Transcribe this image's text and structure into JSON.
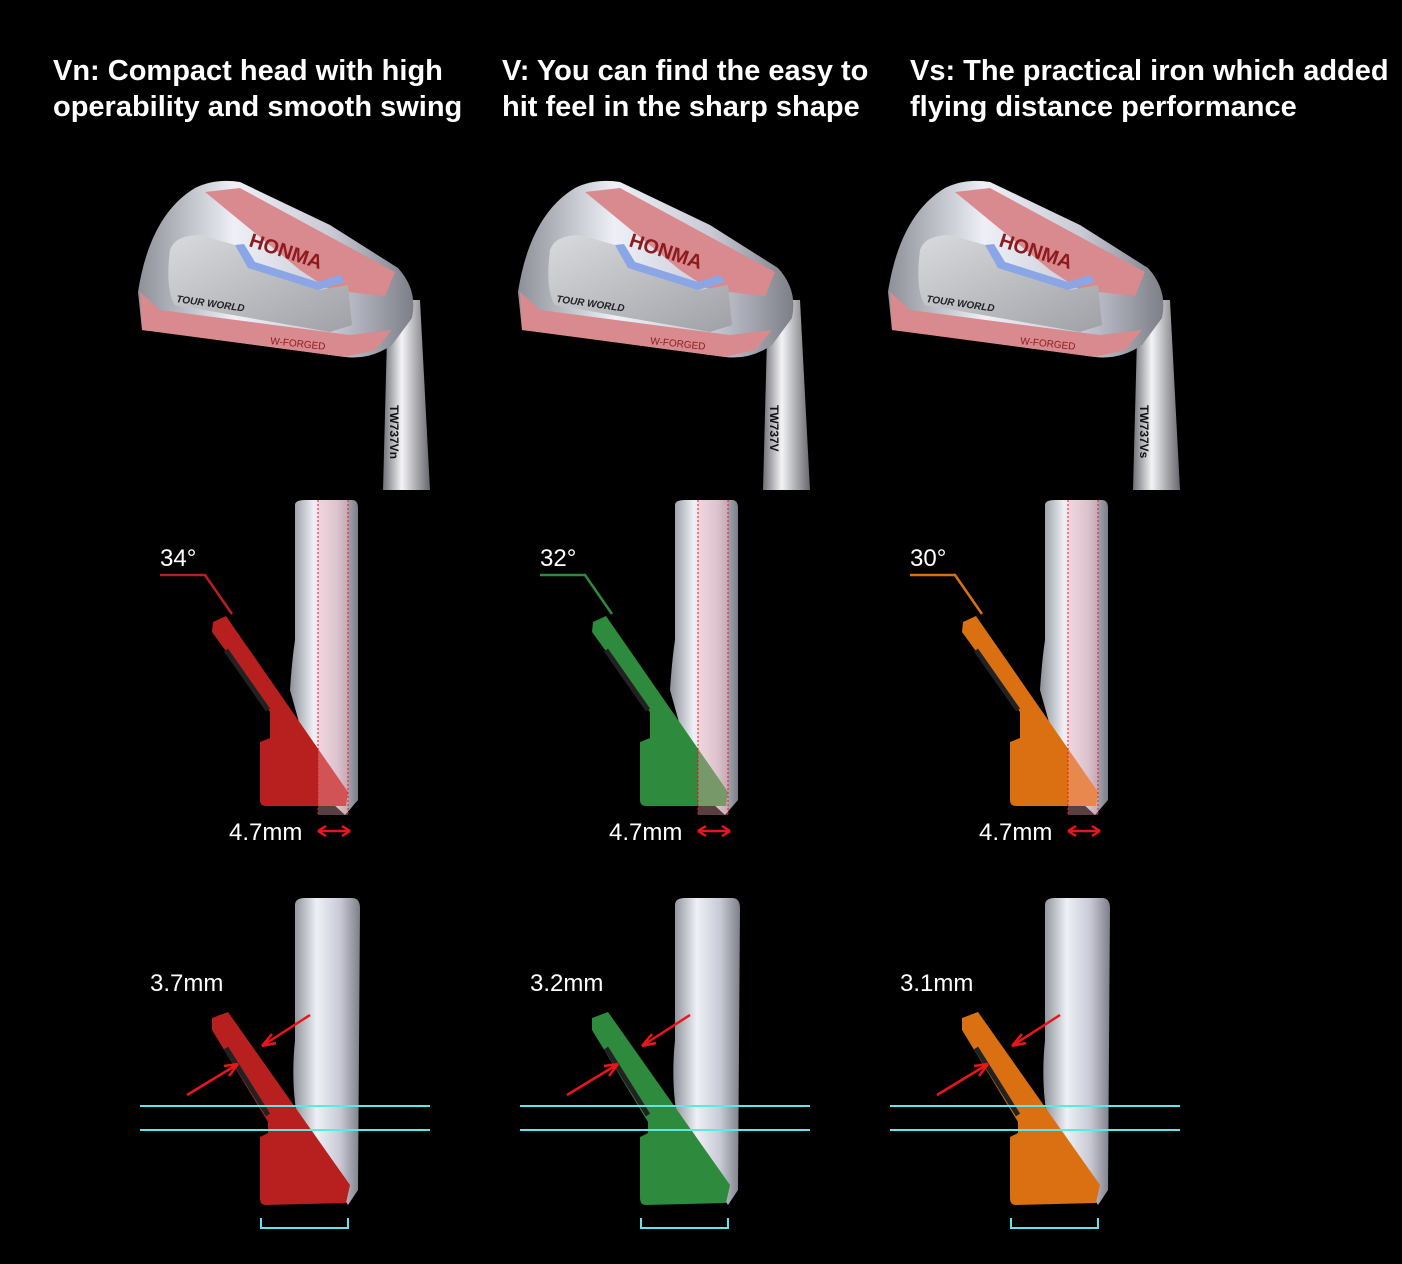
{
  "columns": [
    {
      "model": "Vn",
      "title_line1": "Vn: Compact head with high",
      "title_line2": "operability and smooth swing",
      "color": "#b8201f",
      "loft_label": "34°",
      "offset_label": "4.7mm",
      "thickness_label": "3.7mm",
      "head_text": {
        "brand": "HONMA",
        "line": "TOUR WORLD",
        "forged": "W-FORGED",
        "shaft": "TW737Vn"
      }
    },
    {
      "model": "V",
      "title_line1": "V: You can find the easy to",
      "title_line2": "hit feel in the sharp shape",
      "color": "#2e8a3c",
      "loft_label": "32°",
      "offset_label": "4.7mm",
      "thickness_label": "3.2mm",
      "head_text": {
        "brand": "HONMA",
        "line": "TOUR WORLD",
        "forged": "W-FORGED",
        "shaft": "TW737V"
      }
    },
    {
      "model": "Vs",
      "title_line1": "Vs: The practical iron which added",
      "title_line2": "flying distance performance",
      "color": "#da7012",
      "loft_label": "30°",
      "offset_label": "4.7mm",
      "thickness_label": "3.1mm",
      "head_text": {
        "brand": "HONMA",
        "line": "TOUR WORLD",
        "forged": "W-FORGED",
        "shaft": "TW737Vs"
      }
    }
  ],
  "colors": {
    "background": "#000000",
    "guide_lines": "#5fe6ea",
    "arrows": "#e8161a",
    "pink_band": "#d98a8e",
    "blue_accent": "#8aa6e6"
  }
}
